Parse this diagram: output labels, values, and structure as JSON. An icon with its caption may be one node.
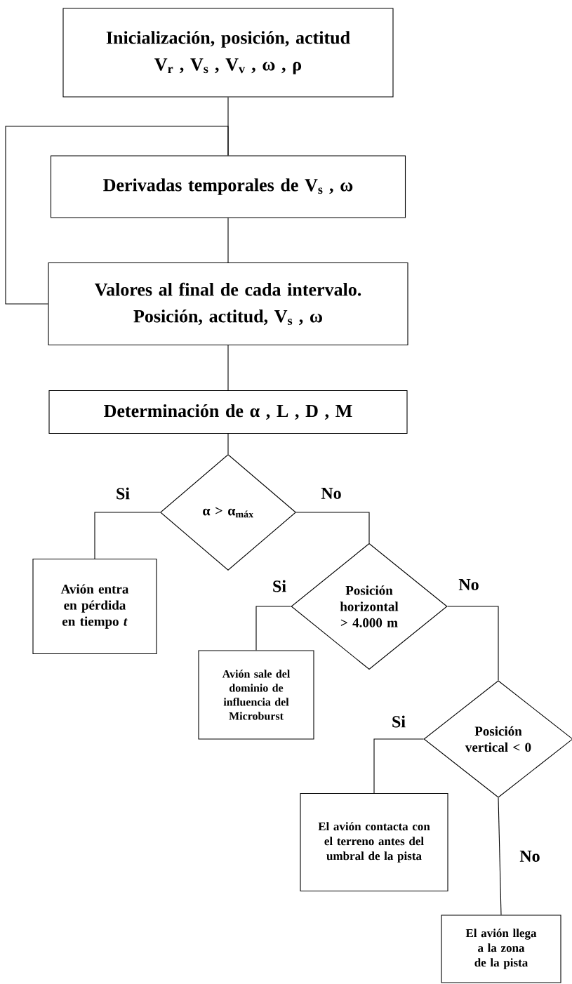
{
  "diagram": {
    "nodes": [
      {
        "text": [
          "Inicialización, posición, actitud",
          "V$_{r}$ , V$_{s}$ , V$_{v}$ , ω , ρ"
        ]
      },
      {
        "text": [
          "Derivadas temporales de V$_{s}$ , ω"
        ]
      },
      {
        "text": [
          "Valores al final de cada intervalo.",
          "Posición, actitud, V$_{s}$ , ω"
        ]
      },
      {
        "text": [
          "Determinación de α , L , D , M"
        ]
      },
      {
        "text": [
          "α > α$_{máx}$"
        ]
      },
      {
        "text": [
          "Avión entra en pérdida en tiempo *t*"
        ]
      },
      {
        "text": [
          "Posición horizontal > 4.000 m"
        ]
      },
      {
        "text": [
          "Avión sale del dominio de influencia del Microburst"
        ]
      },
      {
        "text": [
          "Posición vertical < 0"
        ]
      },
      {
        "text": [
          "El avión contacta con el terreno antes del umbral de la pista"
        ]
      },
      {
        "text": [
          "El avión llega a la zona de la pista"
        ]
      }
    ],
    "edges": [
      {
        "from": 0,
        "to": 1,
        "arrow": "none"
      },
      {
        "from": 1,
        "to": 2,
        "arrow": "none"
      },
      {
        "from": 2,
        "to": 1,
        "arrow": "none"
      },
      {
        "from": 2,
        "to": 3,
        "arrow": "none"
      },
      {
        "from": 3,
        "to": 4,
        "arrow": "none"
      },
      {
        "from": 4,
        "to": 5,
        "label": "Si",
        "arrow": "none"
      },
      {
        "from": 4,
        "to": 6,
        "label": "No",
        "arrow": "none"
      },
      {
        "from": 6,
        "to": 7,
        "label": "Si",
        "arrow": "none"
      },
      {
        "from": 6,
        "to": 8,
        "label": "No",
        "arrow": "none"
      },
      {
        "from": 8,
        "to": 9,
        "label": "Si",
        "arrow": "none"
      },
      {
        "from": 8,
        "to": 10,
        "label": "No",
        "arrow": "none"
      }
    ]
  }
}
